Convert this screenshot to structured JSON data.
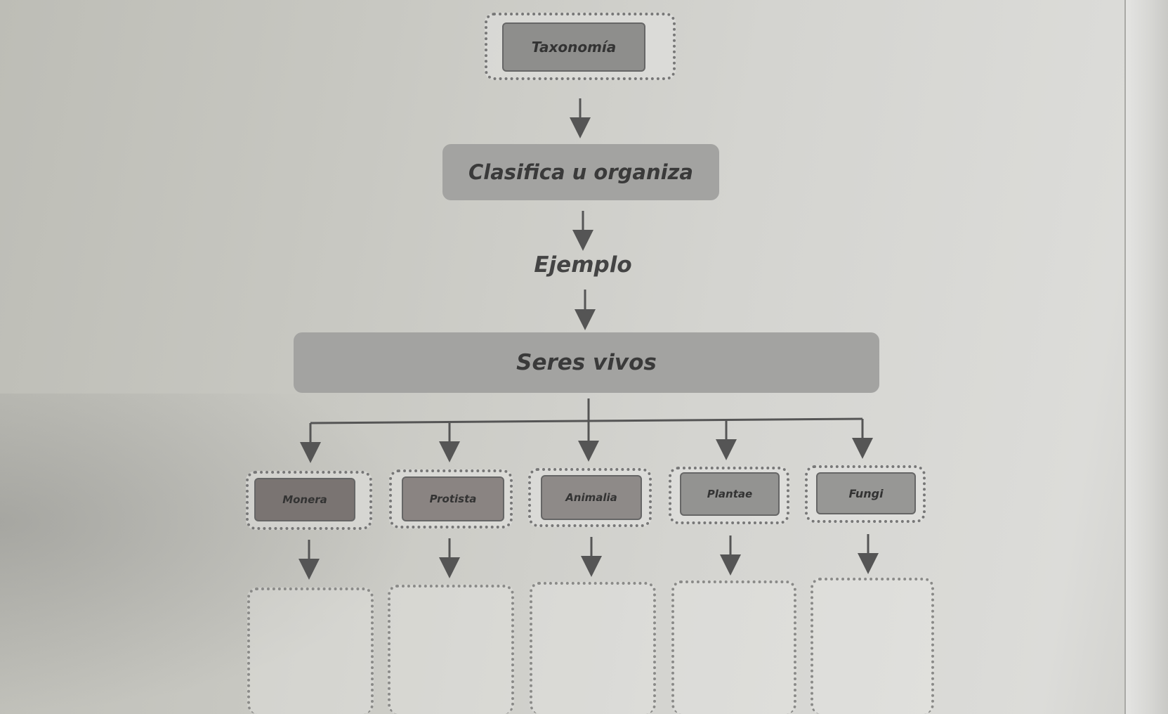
{
  "diagram": {
    "root": "Taxonomía",
    "level2": "Clasifica u organiza",
    "connector_label": "Ejemplo",
    "level3": "Seres vivos",
    "kingdoms": [
      "Monera",
      "Protista",
      "Animalia",
      "Plantae",
      "Fungi"
    ]
  },
  "colors": {
    "box_fill": "#a3a3a1",
    "inner_box_fill": "#8e8e8c",
    "line": "#555555"
  }
}
